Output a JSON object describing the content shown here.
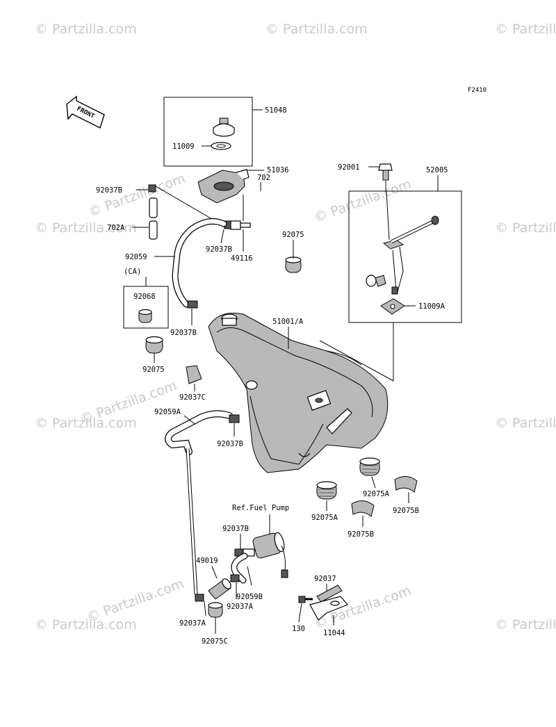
{
  "diagram_code": "F2410",
  "front_label": "FRONT",
  "watermark": "© Partzilla.com",
  "reference_note": "Ref.Fuel Pump",
  "part_numbers": {
    "p51048": "51048",
    "p11009": "11009",
    "p51036": "51036",
    "p92037B_top": "92037B",
    "p702": "702",
    "p702A": "702A",
    "p92037B_mid": "92037B",
    "p49116": "49116",
    "p92075_top": "92075",
    "p92059": "92059",
    "ca": "(CA)",
    "p92068": "92068",
    "p92037B_left": "92037B",
    "p92075_left": "92075",
    "p92037C": "92037C",
    "p92059A": "92059A",
    "p92037B_low": "92037B",
    "p51001A": "51001/A",
    "p92001": "92001",
    "p52005": "52005",
    "p11009A": "11009A",
    "p92075A_r": "92075A",
    "p92075A_l": "92075A",
    "p92075B_r": "92075B",
    "p92075B_l": "92075B",
    "p92037B_pump": "92037B",
    "p49019": "49019",
    "p92059B": "92059B",
    "p92037A_mid": "92037A",
    "p92037A_low": "92037A",
    "p92075C": "92075C",
    "p92037": "92037",
    "p130": "130",
    "p11044": "11044"
  }
}
